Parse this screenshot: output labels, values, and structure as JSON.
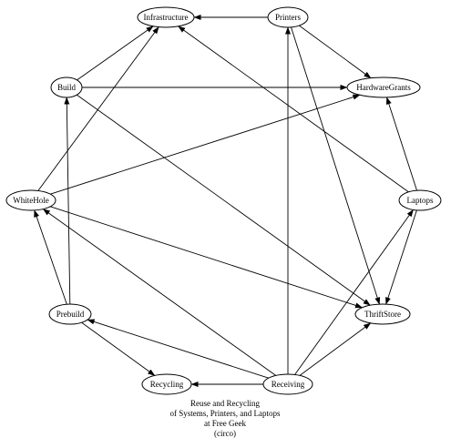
{
  "graph": {
    "nodes": [
      {
        "id": "Infrastructure",
        "label": "Infrastructure"
      },
      {
        "id": "Printers",
        "label": "Printers"
      },
      {
        "id": "Build",
        "label": "Build"
      },
      {
        "id": "HardwareGrants",
        "label": "HardwareGrants"
      },
      {
        "id": "WhiteHole",
        "label": "WhiteHole"
      },
      {
        "id": "Laptops",
        "label": "Laptops"
      },
      {
        "id": "Prebuild",
        "label": "Prebuild"
      },
      {
        "id": "ThriftStore",
        "label": "ThriftStore"
      },
      {
        "id": "Recycling",
        "label": "Recycling"
      },
      {
        "id": "Receiving",
        "label": "Receiving"
      }
    ],
    "edges": [
      {
        "from": "Printers",
        "to": "Infrastructure"
      },
      {
        "from": "Printers",
        "to": "HardwareGrants"
      },
      {
        "from": "Printers",
        "to": "ThriftStore"
      },
      {
        "from": "Build",
        "to": "Infrastructure"
      },
      {
        "from": "Build",
        "to": "HardwareGrants"
      },
      {
        "from": "Build",
        "to": "ThriftStore"
      },
      {
        "from": "WhiteHole",
        "to": "Infrastructure"
      },
      {
        "from": "WhiteHole",
        "to": "HardwareGrants"
      },
      {
        "from": "WhiteHole",
        "to": "ThriftStore"
      },
      {
        "from": "Laptops",
        "to": "Infrastructure"
      },
      {
        "from": "Laptops",
        "to": "HardwareGrants"
      },
      {
        "from": "Laptops",
        "to": "ThriftStore"
      },
      {
        "from": "Prebuild",
        "to": "Build"
      },
      {
        "from": "Prebuild",
        "to": "WhiteHole"
      },
      {
        "from": "Prebuild",
        "to": "Recycling"
      },
      {
        "from": "Receiving",
        "to": "Printers"
      },
      {
        "from": "Receiving",
        "to": "Laptops"
      },
      {
        "from": "Receiving",
        "to": "ThriftStore"
      },
      {
        "from": "Receiving",
        "to": "Prebuild"
      },
      {
        "from": "Receiving",
        "to": "WhiteHole"
      },
      {
        "from": "Receiving",
        "to": "Recycling"
      }
    ]
  },
  "caption": [
    "Reuse and Recycling",
    "of Systems, Printers, and Laptops",
    "at Free Geek",
    "(circo)"
  ]
}
